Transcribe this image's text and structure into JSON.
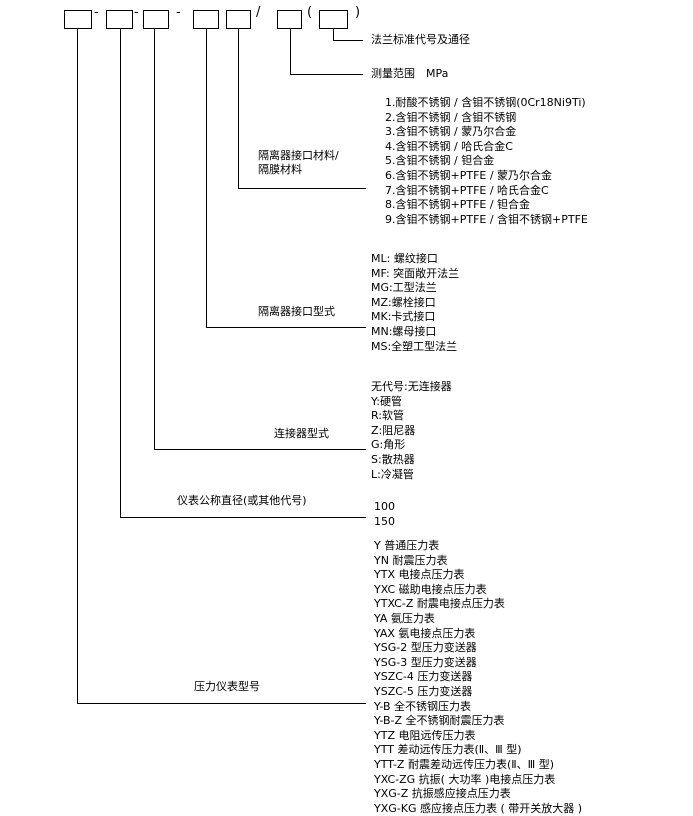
{
  "code_format": {
    "separators": [
      "-",
      "-",
      "-",
      "/",
      "(",
      ")"
    ]
  },
  "flange_group": {
    "label": "法兰标准代号及通径"
  },
  "range_group": {
    "label": "测量范围　MPa"
  },
  "material_group": {
    "label_line1": "隔离器接口材料/",
    "label_line2": "隔膜材料",
    "items": [
      "1.耐酸不锈钢 / 含钼不锈钢(0Cr18Ni9Ti)",
      "2.含钼不锈钢 / 含钼不锈钢",
      "3.含钼不锈钢 / 蒙乃尔合金",
      "4.含钼不锈钢 / 哈氏合金C",
      "5.含钼不锈钢 / 钽合金",
      "6.含钼不锈钢+PTFE / 蒙乃尔合金",
      "7.含钼不锈钢+PTFE / 哈氏合金C",
      "8.含钼不锈钢+PTFE / 钽合金",
      "9.含钼不锈钢+PTFE / 含钼不锈钢+PTFE"
    ]
  },
  "interface_group": {
    "label": "隔离器接口型式",
    "items": [
      "ML: 螺纹接口",
      "MF: 突面敞开法兰",
      "MG:工型法兰",
      "MZ:螺栓接口",
      "MK:卡式接口",
      "MN:螺母接口",
      "MS:全塑工型法兰"
    ]
  },
  "connector_group": {
    "label": "连接器型式",
    "items": [
      "无代号:无连接器",
      "Y:硬管",
      "R:软管",
      "Z:阻尼器",
      "G:角形",
      "S:散热器",
      "L:冷凝管"
    ]
  },
  "diameter_group": {
    "label": "仪表公称直径(或其他代号)",
    "items": [
      "100",
      "150"
    ]
  },
  "type_group": {
    "label": "压力仪表型号",
    "items": [
      "Y 普通压力表",
      "YN 耐震压力表",
      "YTX 电接点压力表",
      "YXC 磁助电接点压力表",
      "YTXC-Z 耐震电接点压力表",
      "YA 氨压力表",
      "YAX 氨电接点压力表",
      "YSG-2 型压力变送器",
      "YSG-3 型压力变送器",
      "YSZC-4 压力变送器",
      "YSZC-5 压力变送器",
      "Y-B 全不锈钢压力表",
      "Y-B-Z 全不锈钢耐震压力表",
      "YTZ 电阻远传压力表",
      "YTT 差动远传压力表(Ⅱ、Ⅲ 型)",
      "YTT-Z 耐震差动远传压力表(Ⅱ、Ⅲ 型)",
      "YXC-ZG 抗振( 大功率 )电接点压力表",
      "YXG-Z 抗振感应接点压力表",
      "YXG-KG 感应接点压力表 ( 带开关放大器 )"
    ]
  }
}
